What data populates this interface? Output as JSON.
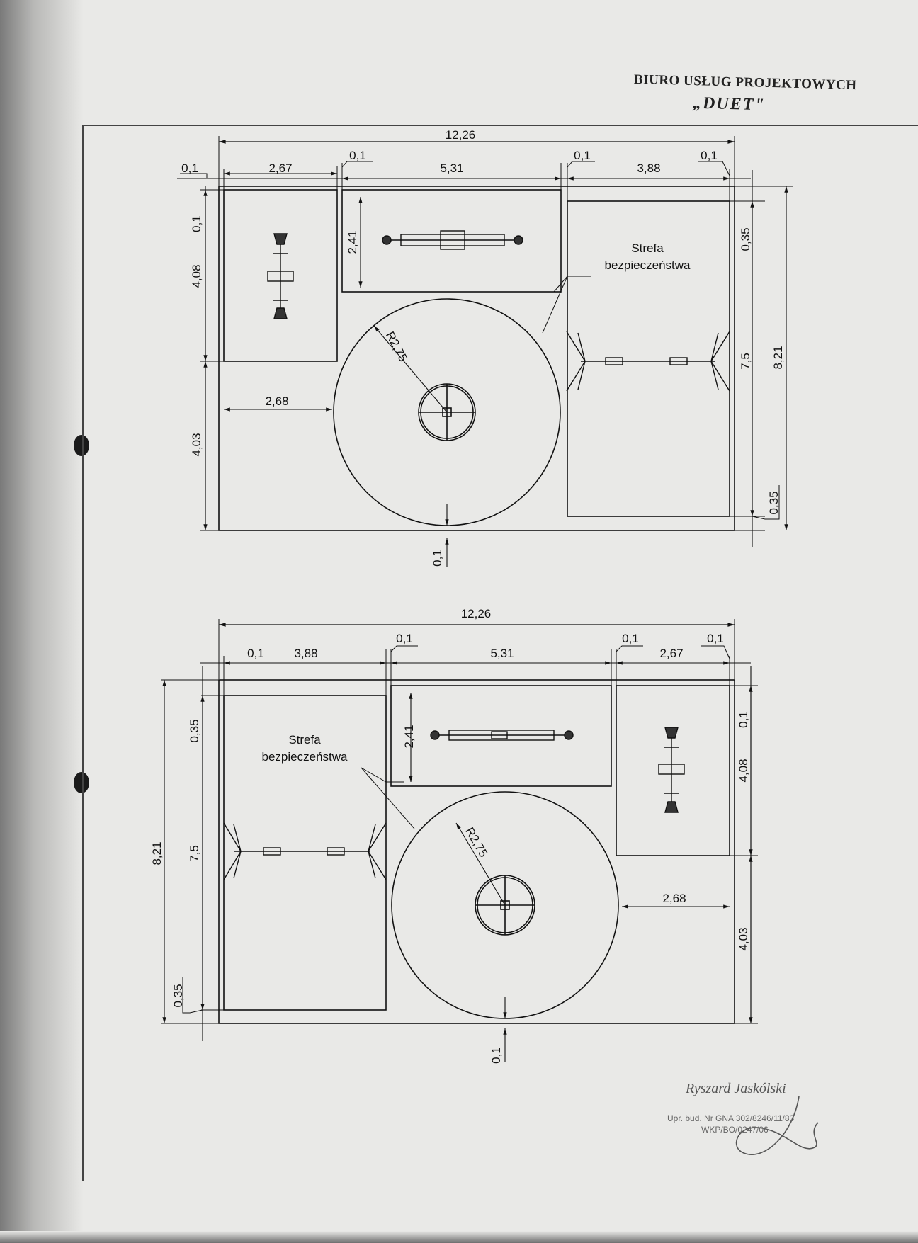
{
  "header": {
    "company": "BIURO USŁUG PROJEKTOWYCH",
    "company_name": "„DUET\""
  },
  "top_plan": {
    "overall_width": "12,26",
    "overall_height": "8,21",
    "top_dims": [
      "0,1",
      "2,67",
      "0,1",
      "5,31",
      "0,1",
      "3,88",
      "0,1"
    ],
    "left_dims": [
      "0,1",
      "4,08",
      "4,03"
    ],
    "right_dims": [
      "0,35",
      "7,5",
      "0,35"
    ],
    "inner_dims": {
      "bench_height": "2,41",
      "clearance": "2,68",
      "radius": "R2,75",
      "bottom_gap": "0,1"
    },
    "safety_zone_label": [
      "Strefa",
      "bezpieczeństwa"
    ]
  },
  "bottom_plan": {
    "overall_width": "12,26",
    "overall_height": "8,21",
    "top_dims": [
      "0,1",
      "3,88",
      "0,1",
      "5,31",
      "0,1",
      "2,67",
      "0,1"
    ],
    "left_dims": [
      "0,35",
      "7,5",
      "0,35"
    ],
    "right_dims": [
      "0,1",
      "4,08",
      "4,03"
    ],
    "inner_dims": {
      "bench_height": "2,41",
      "clearance": "2,68",
      "radius": "R2,75",
      "bottom_gap": "0,1"
    },
    "safety_zone_label": [
      "Strefa",
      "bezpieczeństwa"
    ]
  },
  "signature": {
    "name": "Ryszard Jaskólski",
    "line1": "Upr. bud. Nr GNA 302/8246/11/83",
    "line2": "WKP/BO/0247/06"
  },
  "colors": {
    "paper": "#e9e9e7",
    "ink": "#111111"
  }
}
